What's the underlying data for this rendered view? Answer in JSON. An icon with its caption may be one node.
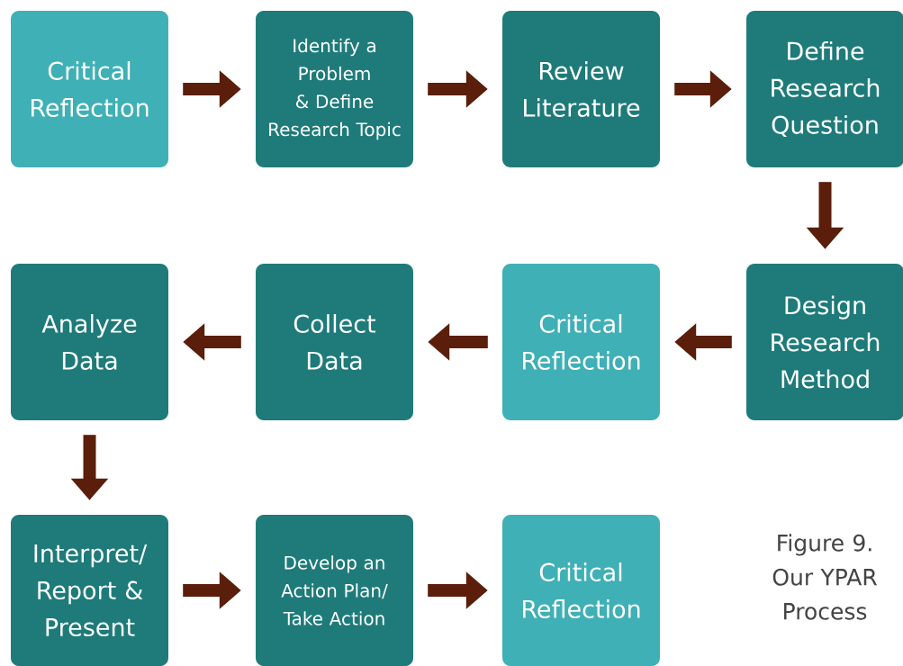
{
  "diagram": {
    "caption": "Figure 9. Our YPAR Process",
    "nodes": [
      {
        "text": [
          "Critical Reflection"
        ]
      },
      {
        "text": [
          "Identify a Problem & Define Research Topic"
        ]
      },
      {
        "text": [
          "Review Literature"
        ]
      },
      {
        "text": [
          "Define Research Question"
        ]
      },
      {
        "text": [
          "Analyze Data"
        ]
      },
      {
        "text": [
          "Collect Data"
        ]
      },
      {
        "text": [
          "Critical Reflection"
        ]
      },
      {
        "text": [
          "Design Research Method"
        ]
      },
      {
        "text": [
          "Interpret/ Report & Present"
        ]
      },
      {
        "text": [
          "Develop an Action Plan/ Take Action"
        ]
      },
      {
        "text": [
          "Critical Reflection"
        ]
      }
    ],
    "edges": [
      {
        "from": 0,
        "to": 1,
        "arrow": "to"
      },
      {
        "from": 1,
        "to": 2,
        "arrow": "to"
      },
      {
        "from": 2,
        "to": 3,
        "arrow": "to"
      },
      {
        "from": 3,
        "to": 7,
        "arrow": "to"
      },
      {
        "from": 7,
        "to": 6,
        "arrow": "to"
      },
      {
        "from": 6,
        "to": 5,
        "arrow": "to"
      },
      {
        "from": 5,
        "to": 4,
        "arrow": "to"
      },
      {
        "from": 4,
        "to": 8,
        "arrow": "to"
      },
      {
        "from": 8,
        "to": 9,
        "arrow": "to"
      },
      {
        "from": 9,
        "to": 10,
        "arrow": "to"
      }
    ]
  }
}
